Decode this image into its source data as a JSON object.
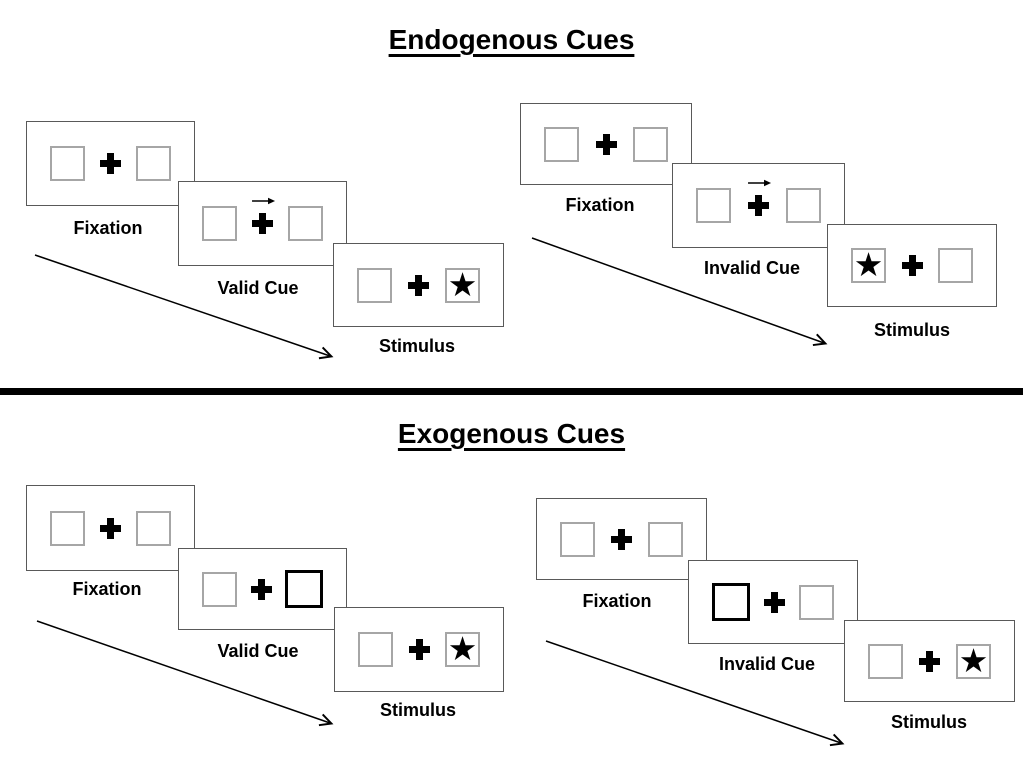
{
  "sections": [
    {
      "title": "Endogenous Cues",
      "groups": [
        {
          "trial_type": "valid",
          "panels": [
            {
              "label": "Fixation"
            },
            {
              "label": "Valid Cue",
              "cue": "arrow-right-above-fixation-cross"
            },
            {
              "label": "Stimulus",
              "star_glyph": "★",
              "star_side": "right"
            }
          ]
        },
        {
          "trial_type": "invalid",
          "panels": [
            {
              "label": "Fixation"
            },
            {
              "label": "Invalid Cue",
              "cue": "arrow-right-above-fixation-cross"
            },
            {
              "label": "Stimulus",
              "star_glyph": "★",
              "star_side": "left"
            }
          ]
        }
      ]
    },
    {
      "title": "Exogenous Cues",
      "groups": [
        {
          "trial_type": "valid",
          "panels": [
            {
              "label": "Fixation"
            },
            {
              "label": "Valid Cue",
              "cue": "bold-box-right"
            },
            {
              "label": "Stimulus",
              "star_glyph": "★",
              "star_side": "right"
            }
          ]
        },
        {
          "trial_type": "invalid",
          "panels": [
            {
              "label": "Fixation"
            },
            {
              "label": "Invalid Cue",
              "cue": "bold-box-left"
            },
            {
              "label": "Stimulus",
              "star_glyph": "★",
              "star_side": "right"
            }
          ]
        }
      ]
    }
  ],
  "icons": {
    "fixation_cross": "✚",
    "cue_direction_arrow": "→",
    "target_star": "★"
  },
  "colors": {
    "background": "#ffffff",
    "ink": "#000000",
    "panel_border": "#595959",
    "square_border": "#a6a6a6",
    "bold_cue_border": "#000000"
  }
}
